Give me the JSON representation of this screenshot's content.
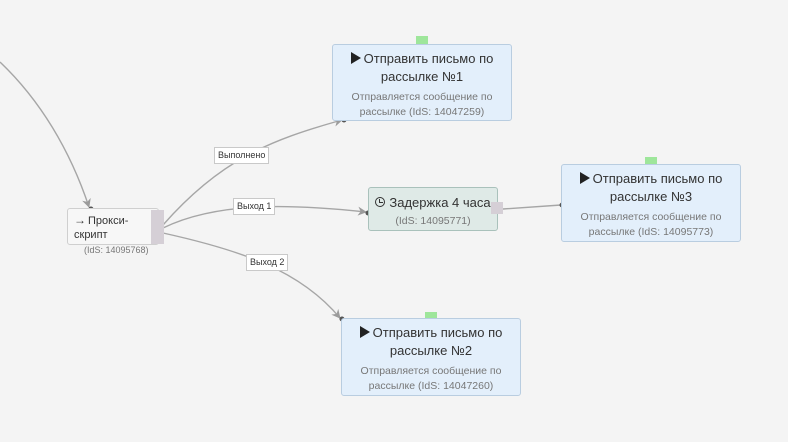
{
  "nodes": {
    "proxy": {
      "arrow_glyph": "→",
      "title": "Прокси-скрипт",
      "id_text": "(IdS: 14095768)"
    },
    "email1": {
      "title_line1": "Отправить письмо по",
      "title_line2": "рассылке №1",
      "desc_line1": "Отправляется сообщение по",
      "desc_line2": "рассылке (IdS: 14047259)"
    },
    "delay": {
      "title": "Задержка 4 часа",
      "id_text": "(IdS: 14095771)"
    },
    "email3": {
      "title_line1": "Отправить письмо по",
      "title_line2": "рассылке №3",
      "desc_line1": "Отправляется сообщение по",
      "desc_line2": "рассылке (IdS: 14095773)"
    },
    "email2": {
      "title_line1": "Отправить письмо по",
      "title_line2": "рассылке №2",
      "desc_line1": "Отправляется сообщение по",
      "desc_line2": "рассылке (IdS: 14047260)"
    }
  },
  "edge_labels": {
    "done": "Выполнено",
    "exit1": "Выход 1",
    "exit2": "Выход 2"
  },
  "colors": {
    "email_bg": "#e3effb",
    "delay_bg": "#dfeae7",
    "handle_green": "#9ee69b",
    "wire": "#a0a0a0"
  }
}
